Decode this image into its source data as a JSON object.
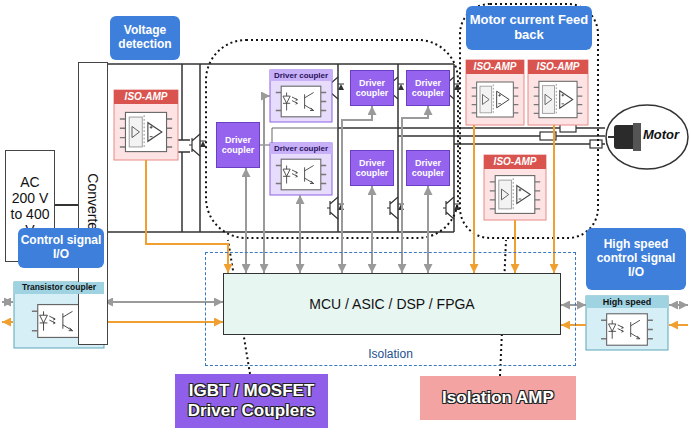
{
  "diagram": {
    "nodes": [
      {
        "text": [
          "AC 200 V to 400 V"
        ]
      },
      {
        "text": [
          "Converter"
        ]
      },
      {
        "text": [
          "Voltage detection"
        ]
      },
      {
        "text": [
          "ISO-AMP"
        ]
      },
      {
        "text": [
          "Driver coupler"
        ]
      },
      {
        "text": [
          "Driver coupler"
        ]
      },
      {
        "text": [
          "Driver coupler"
        ]
      },
      {
        "text": [
          "Driver coupler"
        ]
      },
      {
        "text": [
          "Driver coupler"
        ]
      },
      {
        "text": [
          "Driver coupler"
        ]
      },
      {
        "text": [
          "Driver coupler"
        ]
      },
      {
        "text": [
          "Motor current Feed back"
        ]
      },
      {
        "text": [
          "ISO-AMP"
        ]
      },
      {
        "text": [
          "ISO-AMP"
        ]
      },
      {
        "text": [
          "ISO-AMP"
        ]
      },
      {
        "text": [
          "Motor"
        ]
      },
      {
        "text": [
          "Control signal I/O"
        ]
      },
      {
        "text": [
          "Transistor coupler"
        ]
      },
      {
        "text": [
          "Isolation"
        ]
      },
      {
        "text": [
          "MCU / ASIC / DSP / FPGA"
        ],
        "in": 18
      },
      {
        "text": [
          "High speed control signal I/O"
        ]
      },
      {
        "text": [
          "High speed"
        ]
      },
      {
        "text": [
          "IGBT / MOSFET Driver Couplers"
        ]
      },
      {
        "text": [
          "Isolation AMP"
        ]
      }
    ],
    "edges": [
      {
        "from": 0,
        "to": 1,
        "arrow": "none"
      },
      {
        "from": 3,
        "to": 19,
        "arrow": "to"
      },
      {
        "from": 19,
        "to": 4,
        "arrow": "both"
      },
      {
        "from": 19,
        "to": 5,
        "arrow": "both"
      },
      {
        "from": 19,
        "to": 8,
        "arrow": "both"
      },
      {
        "from": 19,
        "to": 6,
        "arrow": "both"
      },
      {
        "from": 19,
        "to": 9,
        "arrow": "both"
      },
      {
        "from": 19,
        "to": 7,
        "arrow": "both"
      },
      {
        "from": 19,
        "to": 10,
        "arrow": "both"
      },
      {
        "from": 12,
        "to": 19,
        "arrow": "to"
      },
      {
        "from": 13,
        "to": 19,
        "arrow": "to"
      },
      {
        "from": 14,
        "to": 19,
        "arrow": "to"
      },
      {
        "from": 17,
        "to": 19,
        "arrow": "both"
      },
      {
        "from": 17,
        "to": 19,
        "arrow": "to"
      },
      {
        "from": 21,
        "to": 19,
        "arrow": "both"
      },
      {
        "from": 21,
        "to": 19,
        "arrow": "to"
      }
    ]
  }
}
